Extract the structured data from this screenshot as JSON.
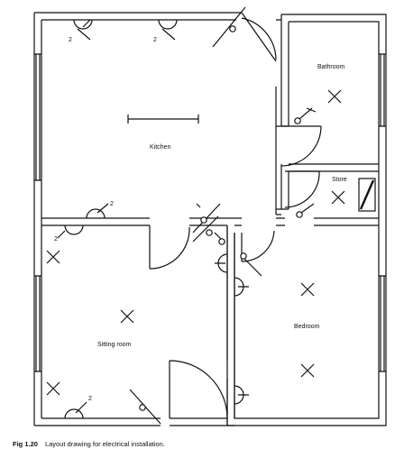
{
  "rooms": {
    "kitchen": "Kitchen",
    "bathroom": "Bathroom",
    "store": "Store",
    "bedroom": "Bedroom",
    "sitting_room": "Sitting room"
  },
  "socket_ratings": {
    "kitchen_top_left": "2",
    "kitchen_top_right": "2",
    "kitchen_bottom": "2",
    "sitting_top_left": "2",
    "sitting_bottom": "2"
  },
  "caption": {
    "figure": "Fig 1.20",
    "text": "Layout drawing for electrical installation."
  },
  "colors": {
    "ink": "#111111",
    "paper": "#ffffff"
  }
}
